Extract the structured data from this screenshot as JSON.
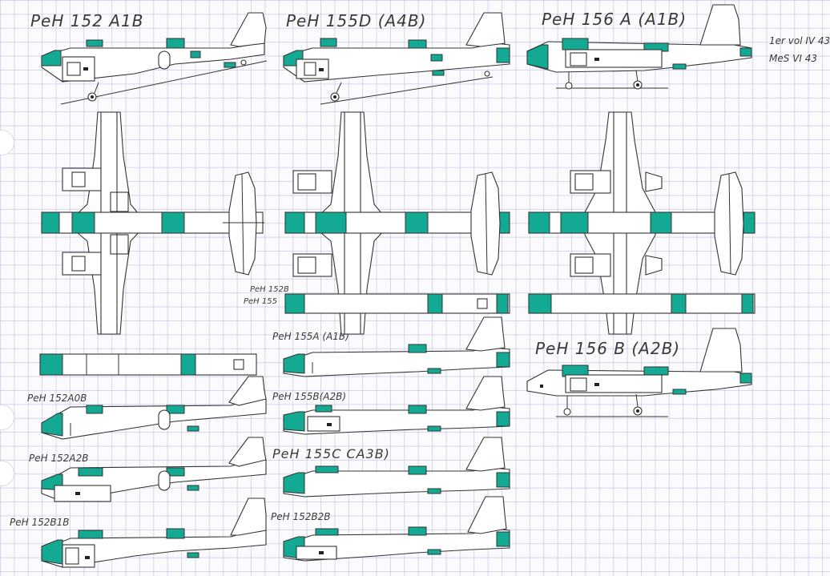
{
  "sheet": {
    "accent_color": "#13a993",
    "ink_color": "#333333",
    "paper_color": "#fbfbfd",
    "grid_color": "#aaaad7"
  },
  "labels": {
    "t1": "PeH 152 A1B",
    "t2": "PeH 155D (A4B)",
    "t3": "PeH 156 A (A1B)",
    "note1": "1er vol IV 43",
    "note2": "MeS VI 43",
    "s152b": "PeH 152B",
    "s155": "PeH 155",
    "s155a": "PeH 155A (A1B)",
    "s156b": "PeH 156 B (A2B)",
    "s152a0b": "PeH 152A0B",
    "s155b": "PeH 155B(A2B)",
    "s152a2b": "PeH 152A2B",
    "s155c": "PeH 155C CA3B)",
    "s152b1b": "PeH 152B1B",
    "s152b2b": "PeH 152B2B"
  }
}
